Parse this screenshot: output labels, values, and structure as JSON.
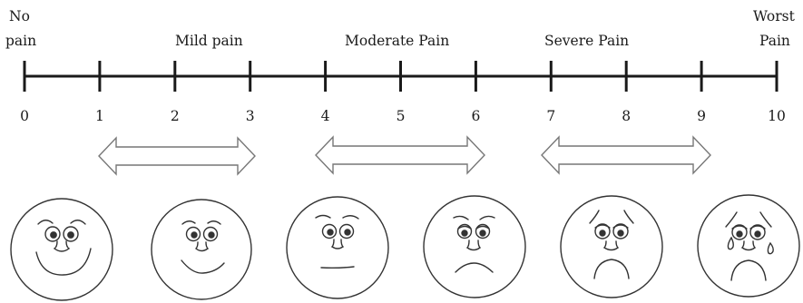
{
  "scale": {
    "end_labels": {
      "left": {
        "line1": "No",
        "line2": "pain"
      },
      "right": {
        "line1": "Worst",
        "line2": "Pain"
      }
    },
    "category_labels": {
      "mild": "Mild pain",
      "moderate": "Moderate Pain",
      "severe": "Severe Pain"
    },
    "numbers": [
      "0",
      "1",
      "2",
      "3",
      "4",
      "5",
      "6",
      "7",
      "8",
      "9",
      "10"
    ]
  },
  "faces": [
    {
      "name": "face-no-pain-icon"
    },
    {
      "name": "face-mild-pain-icon"
    },
    {
      "name": "face-moderate-pain-icon"
    },
    {
      "name": "face-moderate-severe-pain-icon"
    },
    {
      "name": "face-severe-pain-icon"
    },
    {
      "name": "face-worst-pain-crying-icon"
    }
  ],
  "arrows": [
    {
      "name": "double-arrow-mild-icon"
    },
    {
      "name": "double-arrow-moderate-icon"
    },
    {
      "name": "double-arrow-severe-icon"
    }
  ]
}
